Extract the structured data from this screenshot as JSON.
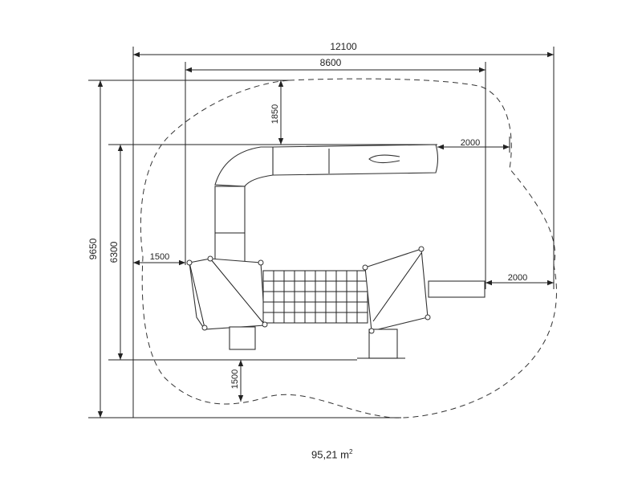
{
  "dimensions": {
    "total_width": "12100",
    "equipment_width": "8600",
    "total_depth": "9650",
    "equipment_depth": "6300",
    "top_clearance": "1850",
    "slide_end_clearance": "2000",
    "right_clearance": "2000",
    "left_clearance": "1500",
    "bottom_clearance": "1500"
  },
  "area": {
    "value": "95,21 m",
    "unit_exponent": "2"
  }
}
